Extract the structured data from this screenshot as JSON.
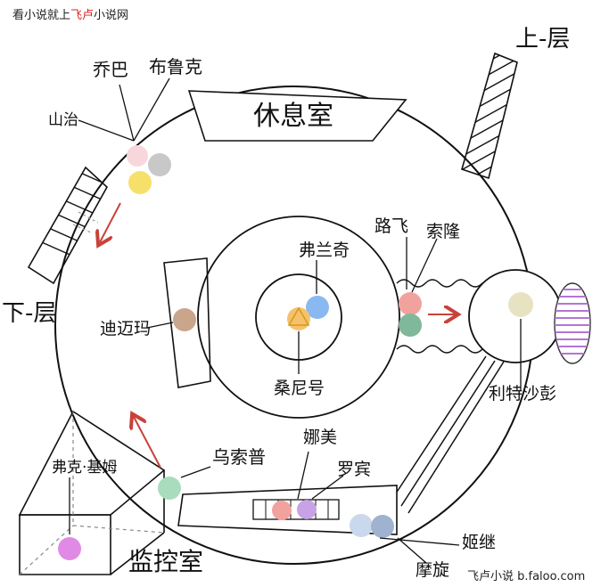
{
  "watermark": {
    "prefix": "看小说就上",
    "brand": "飞卢",
    "suffix": "小说网",
    "bottom": "飞卢小说 b.faloo.com"
  },
  "labels": {
    "lounge": "休息室",
    "upper_floor": "上-层",
    "lower_floor": "下-层",
    "monitor_room": "监控室",
    "shanzhi": "山治",
    "qiaoba": "乔巴",
    "bulukai": "布鲁克",
    "fulanqi": "弗兰奇",
    "sangnihao": "桑尼号",
    "lufei": "路飞",
    "suolong": "索隆",
    "xunlima": "迪迈玛",
    "litesipeng": "利特沙彭",
    "wusuopu": "乌索普",
    "namei": "娜美",
    "luobin": "罗宾",
    "fuke_jimu": "弗克·基姆",
    "jiji": "姬继",
    "moxuan": "摩旋"
  },
  "colors": {
    "pink": "#f8d7dc",
    "gray": "#c8c8c8",
    "yellow": "#f6e06a",
    "orange": "#f5c26b",
    "blue": "#8ab8f0",
    "brown": "#c9a58b",
    "red": "#f2a29d",
    "green": "#7fb89a",
    "olive": "#e7e3c2",
    "mint": "#a9dcbd",
    "violet": "#c7a3e6",
    "magenta": "#e08ae6",
    "paleblue": "#c9d8ec",
    "slate": "#9fb2cf",
    "arrow": "#c8423a",
    "stripe": "#b574d6"
  }
}
